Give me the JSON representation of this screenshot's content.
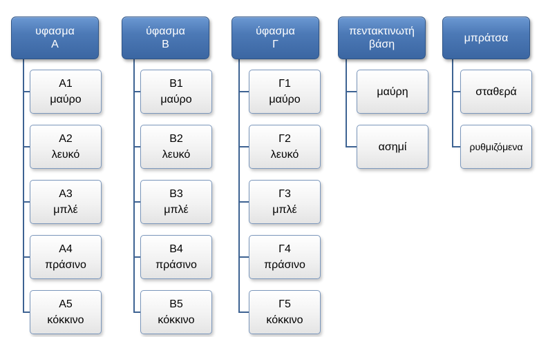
{
  "columns": [
    {
      "header": [
        "υφασμα",
        "Α"
      ],
      "items": [
        [
          "Α1",
          "μαύρο"
        ],
        [
          "Α2",
          "λευκό"
        ],
        [
          "Α3",
          "μπλέ"
        ],
        [
          "Α4",
          "πράσινο"
        ],
        [
          "Α5",
          "κόκκινο"
        ]
      ]
    },
    {
      "header": [
        "ύφασμα",
        "Β"
      ],
      "items": [
        [
          "Β1",
          "μαύρο"
        ],
        [
          "Β2",
          "λευκό"
        ],
        [
          "Β3",
          "μπλέ"
        ],
        [
          "Β4",
          "πράσινο"
        ],
        [
          "Β5",
          "κόκκινο"
        ]
      ]
    },
    {
      "header": [
        "ύφασμα",
        "Γ"
      ],
      "items": [
        [
          "Γ1",
          "μαύρο"
        ],
        [
          "Γ2",
          "λευκό"
        ],
        [
          "Γ3",
          "μπλέ"
        ],
        [
          "Γ4",
          "πράσινο"
        ],
        [
          "Γ5",
          "κόκκινο"
        ]
      ]
    },
    {
      "header": [
        "πεντακτινωτή",
        "βάση"
      ],
      "items": [
        [
          "μαύρη"
        ],
        [
          "ασημί"
        ]
      ]
    },
    {
      "header": [
        "μπράτσα"
      ],
      "items": [
        [
          "σταθερά"
        ],
        [
          "ρυθμιζόμενα"
        ]
      ]
    }
  ],
  "colors": {
    "header_top": "#6b98d2",
    "header_bottom": "#3b66a2",
    "connector": "#3d6292",
    "item_border": "#7a96bb"
  }
}
